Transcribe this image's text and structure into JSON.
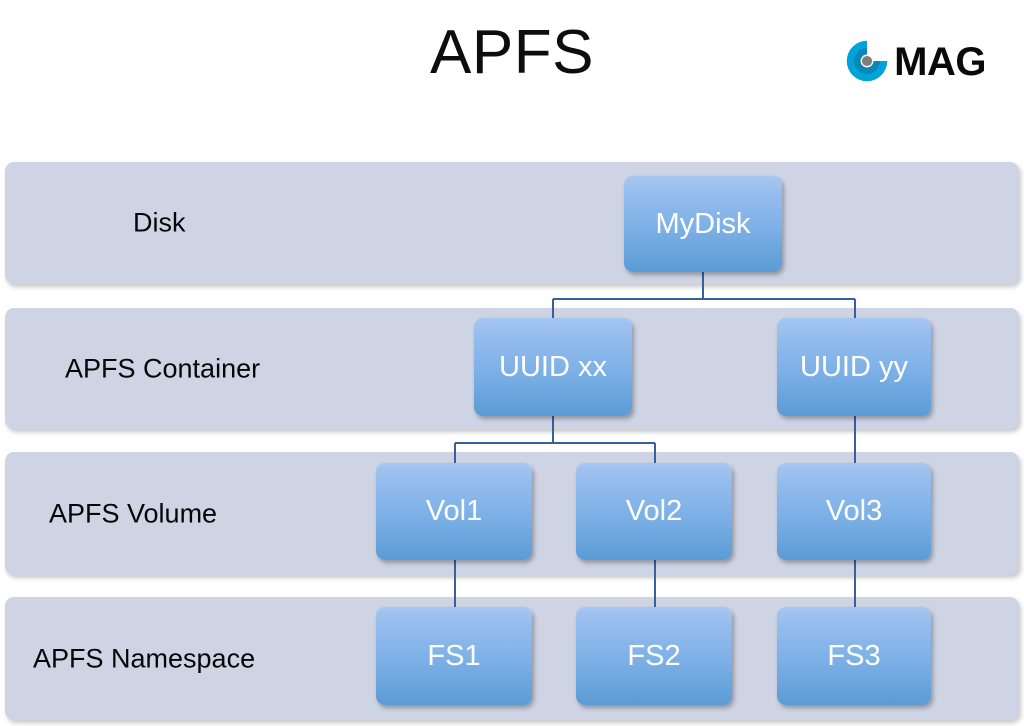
{
  "header": {
    "title": "APFS",
    "logo": {
      "mark_name": "cmag-circle-logo-icon",
      "word": "MAG",
      "mark_color": "#00a3d9",
      "dot_color": "#7f7f7f",
      "word_color": "#0a0a0a"
    }
  },
  "colors": {
    "band_fill": "#ced4e4",
    "node_gradient_top": "#a5c7f2",
    "node_gradient_bottom": "#5b9bd5",
    "connector_line": "#3a5f9e",
    "node_text": "#ffffff",
    "label_text": "#060606",
    "page_background": "#ffffff"
  },
  "diagram": {
    "type": "hierarchy",
    "rows": [
      {
        "id": "disk",
        "label": "Disk"
      },
      {
        "id": "container",
        "label": "APFS Container"
      },
      {
        "id": "volume",
        "label": "APFS Volume"
      },
      {
        "id": "namespace",
        "label": "APFS Namespace"
      }
    ],
    "nodes": [
      {
        "id": "mydisk",
        "label": "MyDisk",
        "row": "disk"
      },
      {
        "id": "uuid_xx",
        "label": "UUID xx",
        "row": "container"
      },
      {
        "id": "uuid_yy",
        "label": "UUID yy",
        "row": "container"
      },
      {
        "id": "vol1",
        "label": "Vol1",
        "row": "volume"
      },
      {
        "id": "vol2",
        "label": "Vol2",
        "row": "volume"
      },
      {
        "id": "vol3",
        "label": "Vol3",
        "row": "volume"
      },
      {
        "id": "fs1",
        "label": "FS1",
        "row": "namespace"
      },
      {
        "id": "fs2",
        "label": "FS2",
        "row": "namespace"
      },
      {
        "id": "fs3",
        "label": "FS3",
        "row": "namespace"
      }
    ],
    "edges": [
      {
        "from": "mydisk",
        "to": "uuid_xx"
      },
      {
        "from": "mydisk",
        "to": "uuid_yy"
      },
      {
        "from": "uuid_xx",
        "to": "vol1"
      },
      {
        "from": "uuid_xx",
        "to": "vol2"
      },
      {
        "from": "uuid_yy",
        "to": "vol3"
      },
      {
        "from": "vol1",
        "to": "fs1"
      },
      {
        "from": "vol2",
        "to": "fs2"
      },
      {
        "from": "vol3",
        "to": "fs3"
      }
    ]
  }
}
